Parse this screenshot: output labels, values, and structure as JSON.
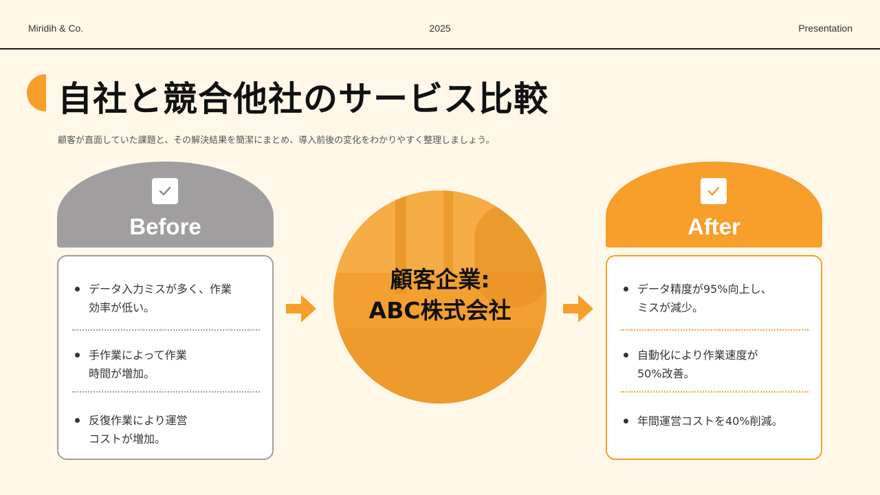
{
  "header": {
    "left": "Miridih & Co.",
    "center": "2025",
    "right": "Presentation"
  },
  "title": "自社と競合他社のサービス比較",
  "subtitle": "顧客が直面していた課題と、その解決結果を簡潔にまとめ、導入前後の変化をわかりやすく整理しましょう。",
  "before": {
    "label": "Before",
    "items": [
      {
        "line1": "データ入力ミスが多く、作業",
        "line2": "効率が低い。"
      },
      {
        "line1": "手作業によって作業",
        "line2": "時間が増加。"
      },
      {
        "line1": "反復作業により運営",
        "line2": "コストが増加。"
      }
    ]
  },
  "center": {
    "line1": "顧客企業:",
    "line2": "ABC株式会社"
  },
  "after": {
    "label": "After",
    "items": [
      {
        "line1": "データ精度が95%向上し、",
        "line2": "ミスが減少。"
      },
      {
        "line1": "自動化により作業速度が",
        "line2": "50%改善。"
      },
      {
        "line1": "年間運営コストを40%削減。",
        "line2": ""
      }
    ]
  },
  "colors": {
    "background": "#fff8e9",
    "accent": "#f89e2a",
    "before_gray": "#a09e9e"
  },
  "icons": {
    "check": "check-icon",
    "arrow": "arrow-right-icon"
  }
}
